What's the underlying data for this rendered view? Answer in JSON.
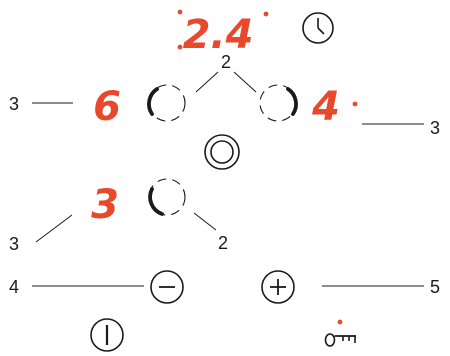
{
  "timer": {
    "display": "2.4"
  },
  "zones": {
    "left": {
      "level": "6"
    },
    "right": {
      "level": "4"
    },
    "rear": {
      "level": "3"
    }
  },
  "callouts": {
    "top_center": "2",
    "left_upper": "3",
    "right_upper": "3",
    "left_lower": "3",
    "bottom_right": "2",
    "minus_label": "4",
    "plus_label": "5"
  },
  "controls": {
    "timer_icon": "clock-icon",
    "center_button": "double-ring-icon",
    "minus_button": "minus-icon",
    "plus_button": "plus-icon",
    "power_button": "power-icon",
    "lock_button": "key-lock-icon"
  },
  "colors": {
    "display": "#e8492c",
    "line": "#1a1a1a"
  }
}
